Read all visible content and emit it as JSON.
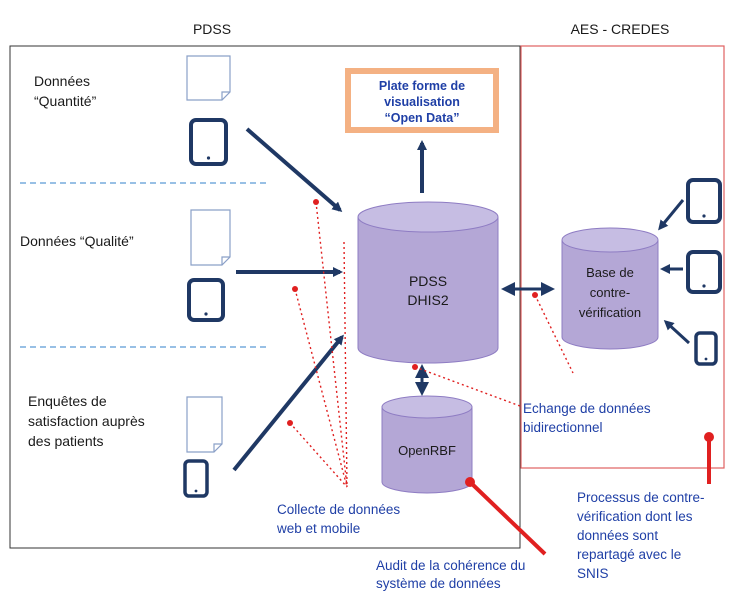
{
  "pdss_title": "PDSS",
  "aes_title": "AES - CREDES",
  "row1": {
    "line1": "Données",
    "line2": "“Quantité”"
  },
  "row2": {
    "label": "Données “Qualité”"
  },
  "row3": {
    "line1": "Enquêtes de",
    "line2": "satisfaction auprès",
    "line3": "des patients"
  },
  "open_data": {
    "line1": "Plate forme de",
    "line2": "visualisation",
    "line3": "“Open Data”"
  },
  "main_db": {
    "line1": "PDSS",
    "line2": "DHIS2"
  },
  "openrbf": {
    "label": "OpenRBF"
  },
  "base_db": {
    "line1": "Base de",
    "line2": "contre-",
    "line3": "vérification"
  },
  "echange": {
    "line1": "Echange de données",
    "line2": "bidirectionnel"
  },
  "collecte": {
    "line1": "Collecte de données",
    "line2": "web et mobile"
  },
  "audit": {
    "line1": "Audit de la cohérence du",
    "line2": "système de données"
  },
  "processus": {
    "line1": "Processus de contre-",
    "line2": "vérification dont les",
    "line3": "données sont",
    "line4": "repartagé avec le",
    "line5": "SNIS"
  },
  "colors": {
    "arrow": "#1f3864",
    "accent": "#e02020",
    "db_fill": "#b4a7d6",
    "frame_orange": "#f4b183",
    "label_blue": "#1f3fa6"
  },
  "icons": [
    "document-icon",
    "tablet-icon",
    "phone-icon"
  ]
}
